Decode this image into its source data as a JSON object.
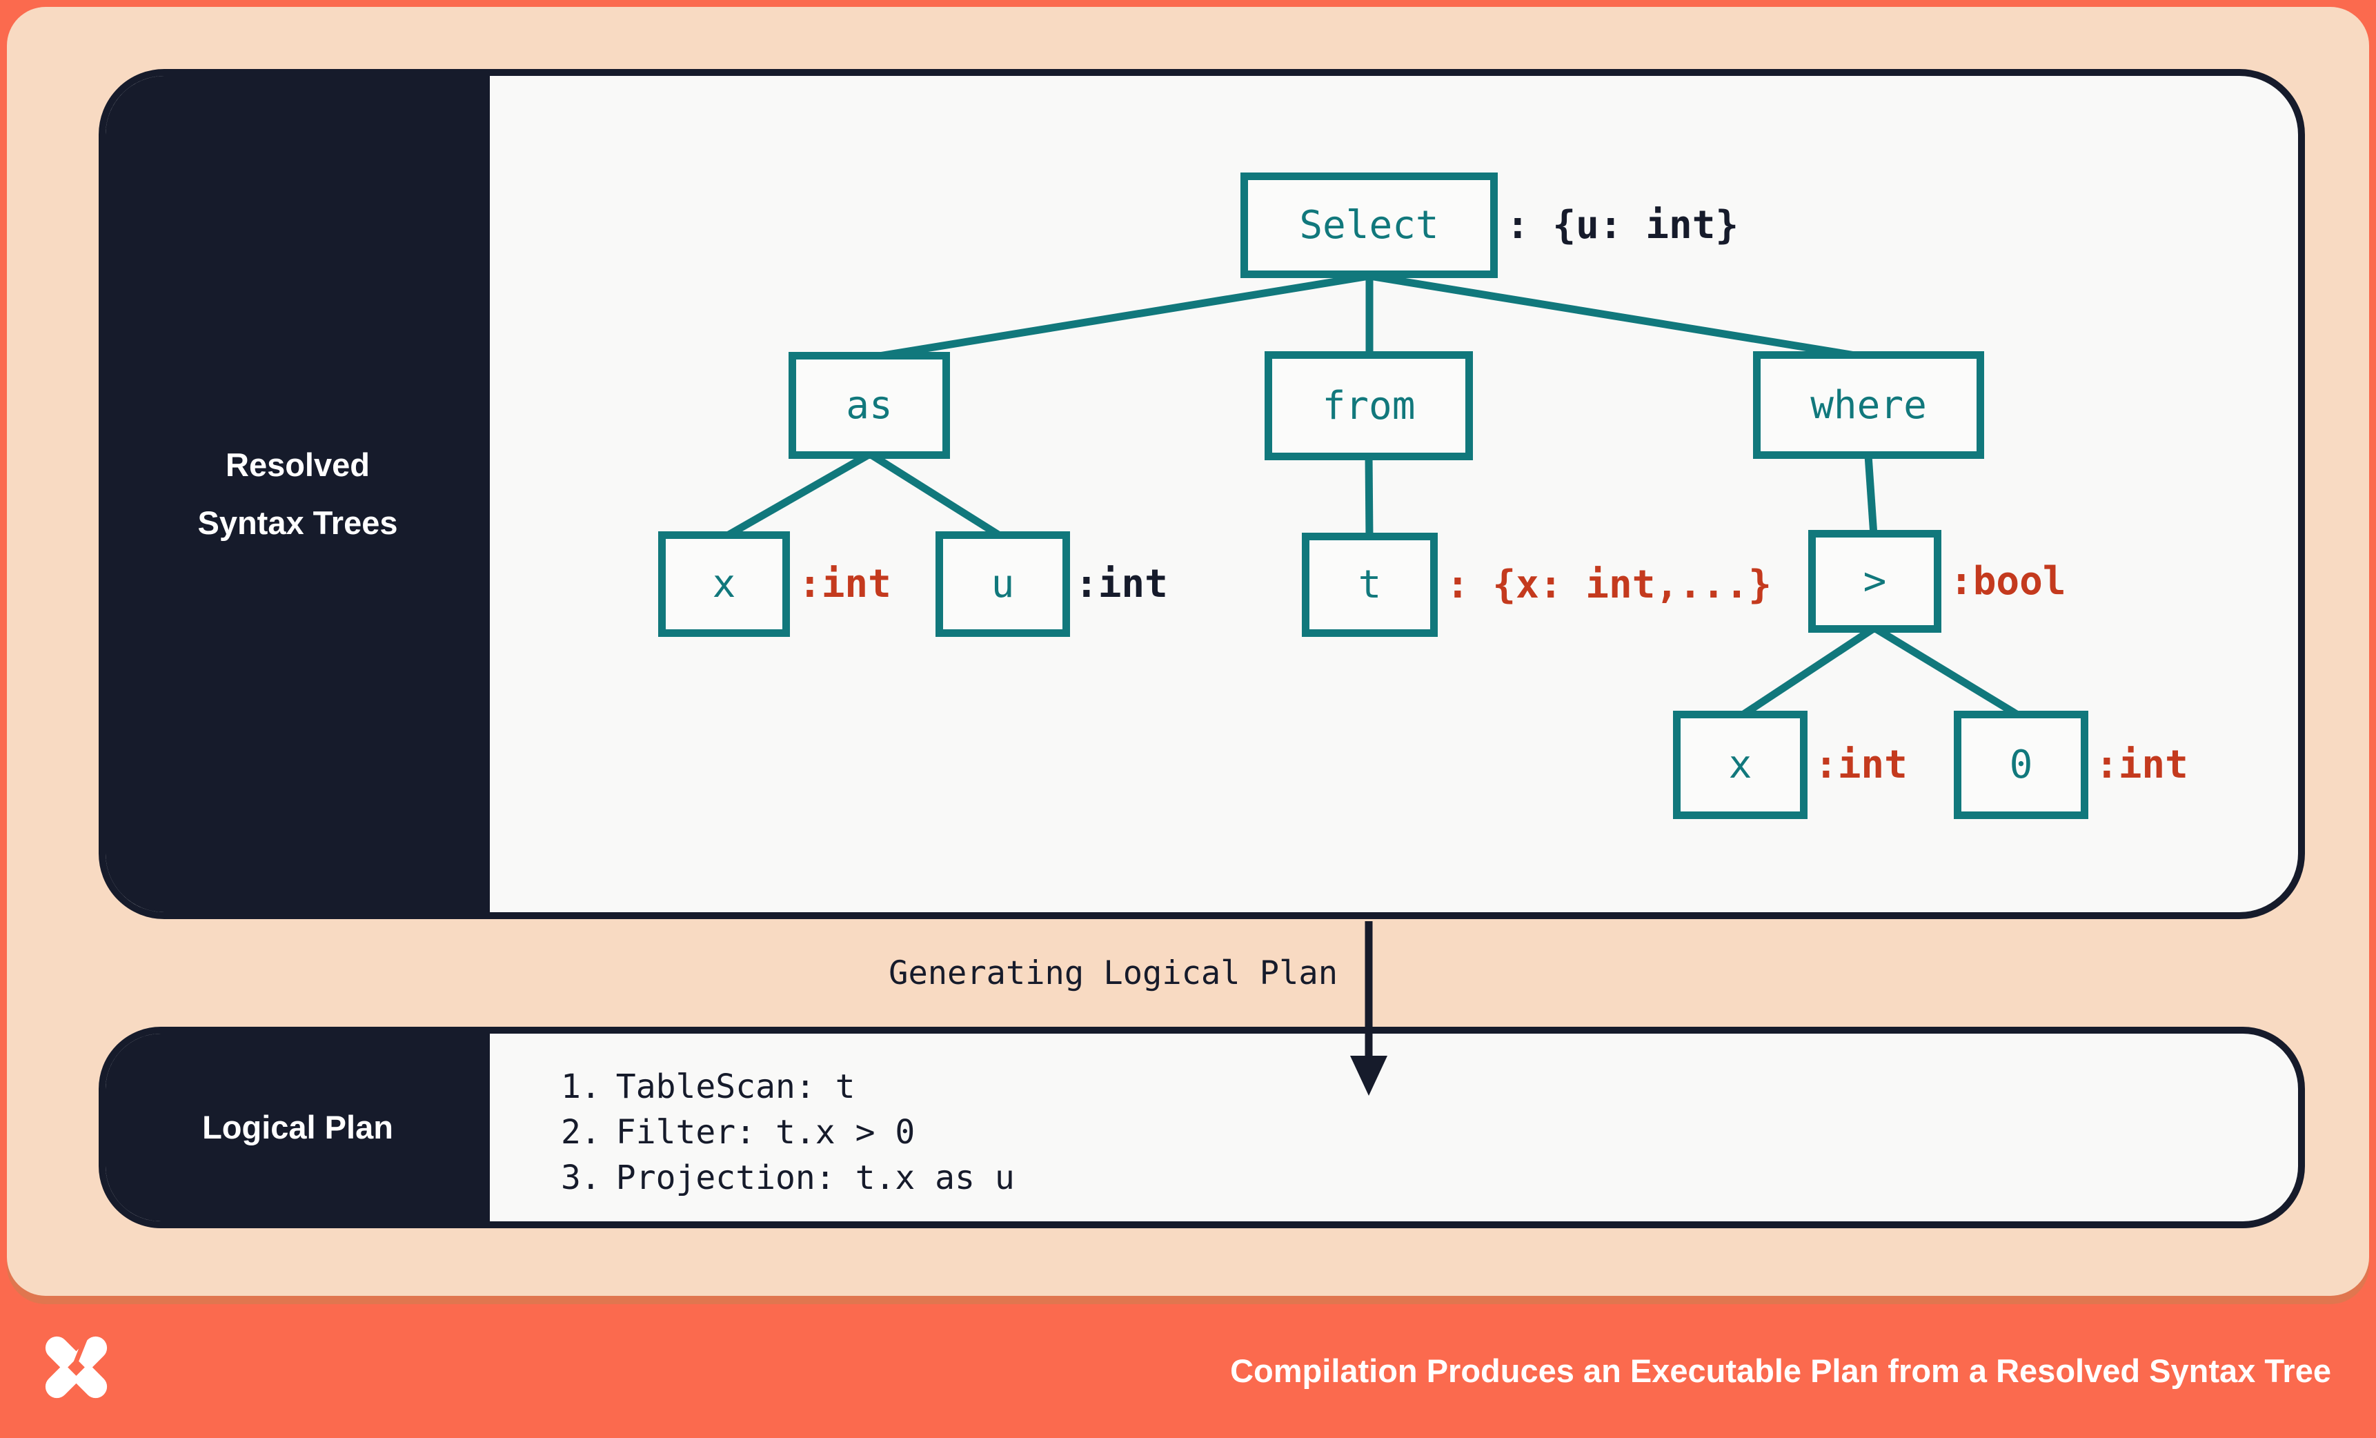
{
  "colors": {
    "canvas_orange": "#FB6A4E",
    "peach": "#F8DAC2",
    "peach_shadow": "#E0764F",
    "navy": "#161B2B",
    "panel_white": "#F9F9F8",
    "teal": "#11787C",
    "type_red": "#C43A1E",
    "white": "#FFFFFF"
  },
  "rst_panel": {
    "label_line1": "Resolved",
    "label_line2": "Syntax Trees",
    "nodes": [
      {
        "id": "select",
        "label": "Select",
        "type": ": {u: int}"
      },
      {
        "id": "as",
        "label": "as"
      },
      {
        "id": "from",
        "label": "from"
      },
      {
        "id": "where",
        "label": "where"
      },
      {
        "id": "x-alias",
        "label": "x",
        "type": ":int"
      },
      {
        "id": "u-alias",
        "label": "u",
        "type": ":int"
      },
      {
        "id": "t-table",
        "label": "t",
        "type": ": {x: int,...}"
      },
      {
        "id": "gt-op",
        "label": ">",
        "type": ":bool"
      },
      {
        "id": "x-operand",
        "label": "x",
        "type": ":int"
      },
      {
        "id": "zero-operand",
        "label": "0",
        "type": ":int"
      }
    ]
  },
  "transition": {
    "label": "Generating Logical Plan"
  },
  "plan_panel": {
    "label": "Logical Plan",
    "steps": [
      {
        "num": "1.",
        "text": "TableScan: t"
      },
      {
        "num": "2.",
        "text": "Filter: t.x > 0"
      },
      {
        "num": "3.",
        "text": "Projection: t.x as u"
      }
    ]
  },
  "footer": {
    "title": "Compilation Produces an Executable Plan from a Resolved Syntax Tree",
    "logo": "pinwheel-x-logo"
  }
}
